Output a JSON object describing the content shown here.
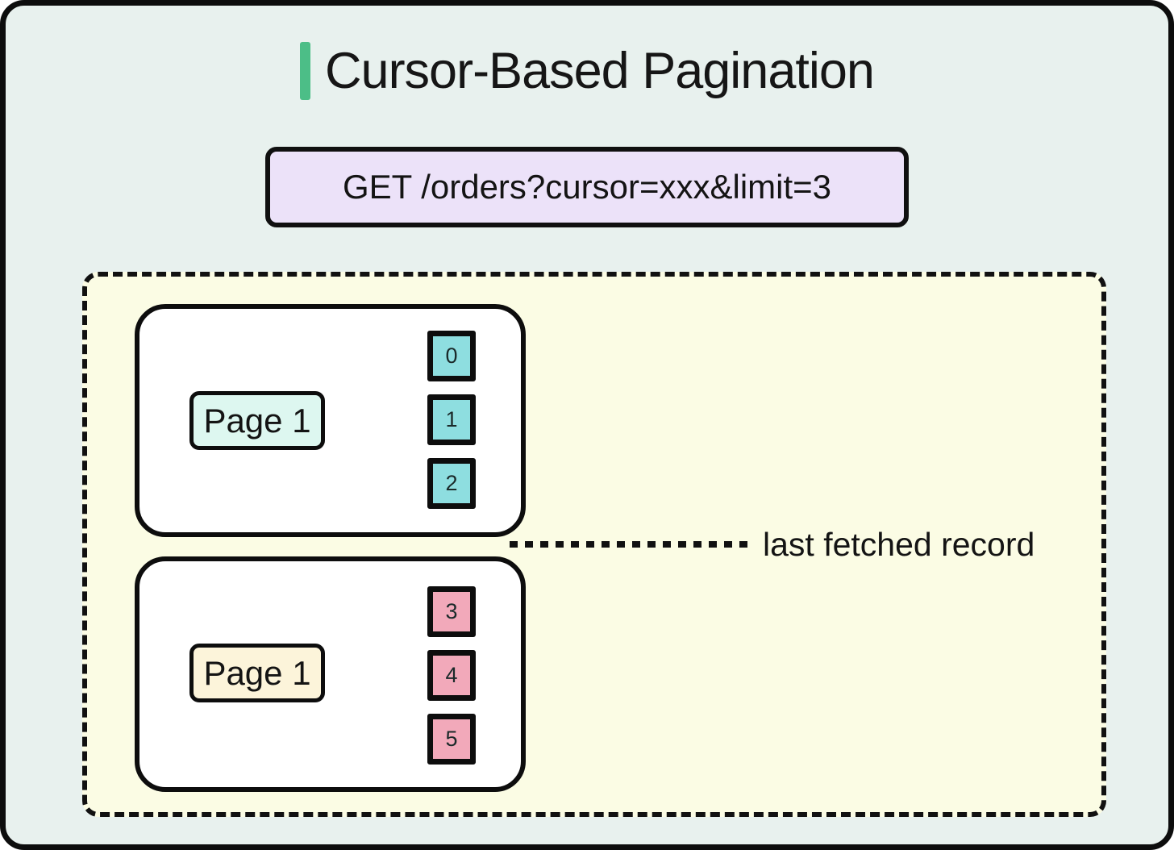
{
  "header": {
    "title": "Cursor-Based Pagination"
  },
  "request_box": {
    "label": "GET /orders?cursor=xxx&limit=3"
  },
  "result_set": {
    "pages": [
      {
        "label": "Page 1",
        "records": [
          "0",
          "1",
          "2"
        ]
      },
      {
        "label": "Page 1",
        "records": [
          "3",
          "4",
          "5"
        ]
      }
    ],
    "annotation": "last fetched record"
  },
  "colors": {
    "accent_green": "#4cbe87",
    "canvas_bg": "#e8f1ee",
    "request_bg": "#ece2f9",
    "result_area_bg": "#fbfce4",
    "page1_label_bg": "#ddf7f0",
    "page2_label_bg": "#fcf4da",
    "record_teal": "#8edee0",
    "record_pink": "#f2a9ba",
    "line_black": "#111111"
  }
}
